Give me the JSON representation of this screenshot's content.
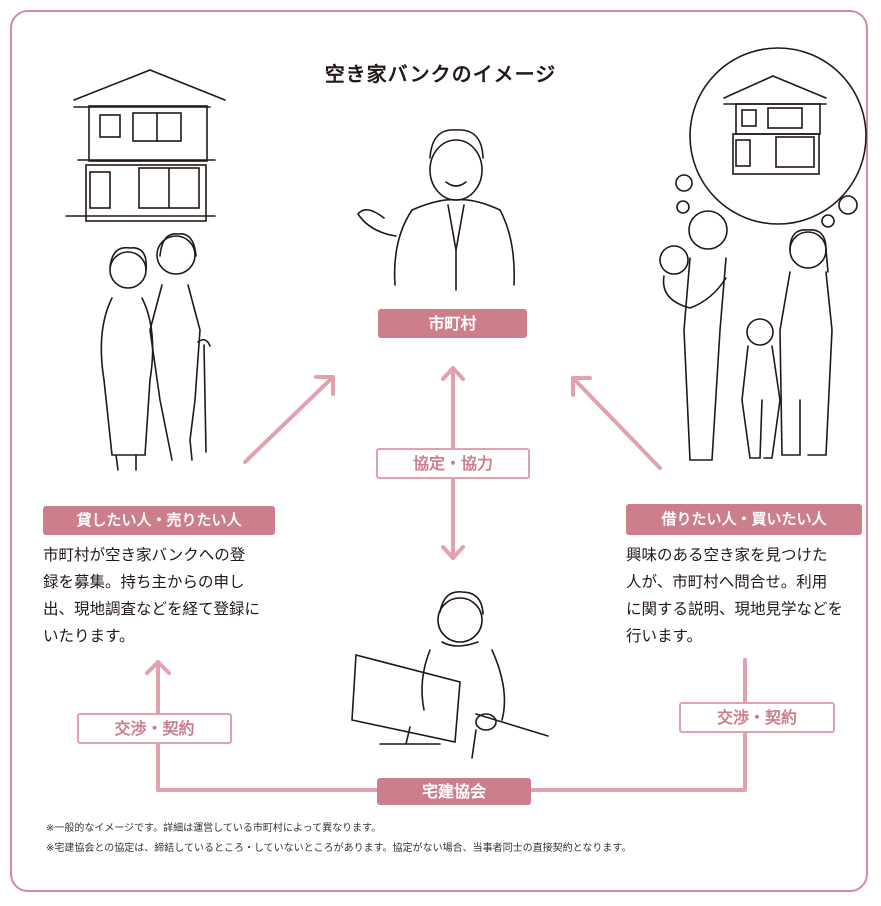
{
  "title": "空き家バンクのイメージ",
  "nodes": {
    "municipality": "市町村",
    "agreement": "協定・協力",
    "owners": "貸したい人・売りたい人",
    "seekers": "借りたい人・買いたい人",
    "negotiation_left": "交渉・契約",
    "negotiation_right": "交渉・契約",
    "realtor": "宅建協会"
  },
  "descriptions": {
    "owners": [
      "市町村が空き家バンクへの登",
      "録を募集。持ち主からの申し",
      "出、現地調査などを経て登録に",
      "いたります。"
    ],
    "seekers": [
      "興味のある空き家を見つけた",
      "人が、市町村へ問合せ。利用",
      "に関する説明、現地見学などを",
      "行います。"
    ]
  },
  "notes": [
    "※一般的なイメージです。詳細は運営している市町村によって異なります。",
    "※宅建協会との協定は、締結しているところ・していないところがあります。協定がない場合、当事者同士の直接契約となります。"
  ],
  "colors": {
    "accent": "#cd7e8b",
    "border": "#d88a9a",
    "arrow": "#e0a2ad"
  },
  "icons": [
    "house-illustration",
    "elderly-couple-illustration",
    "official-illustration",
    "family-illustration",
    "thought-bubble-house-illustration",
    "realtor-at-computer-illustration"
  ]
}
